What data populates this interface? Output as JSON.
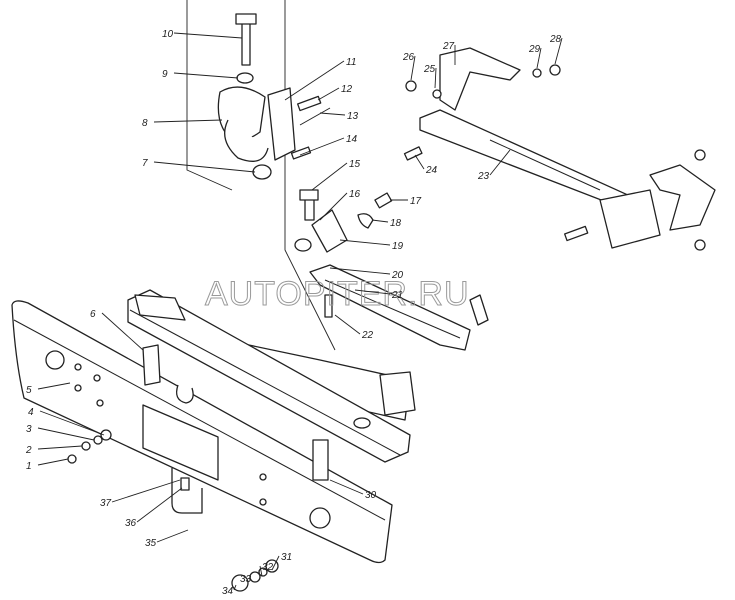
{
  "title": "Bumper and towing hook assembly",
  "labels": [
    "1",
    "2",
    "3",
    "4",
    "5",
    "6",
    "7",
    "8",
    "9",
    "10",
    "11",
    "12",
    "13",
    "14",
    "15",
    "16",
    "17",
    "18",
    "19",
    "20",
    "21",
    "22",
    "23",
    "24",
    "25",
    "26",
    "27",
    "28",
    "29",
    "30",
    "31",
    "32",
    "33",
    "34",
    "35",
    "36",
    "37"
  ],
  "watermark": "AUTOPITER.RU"
}
